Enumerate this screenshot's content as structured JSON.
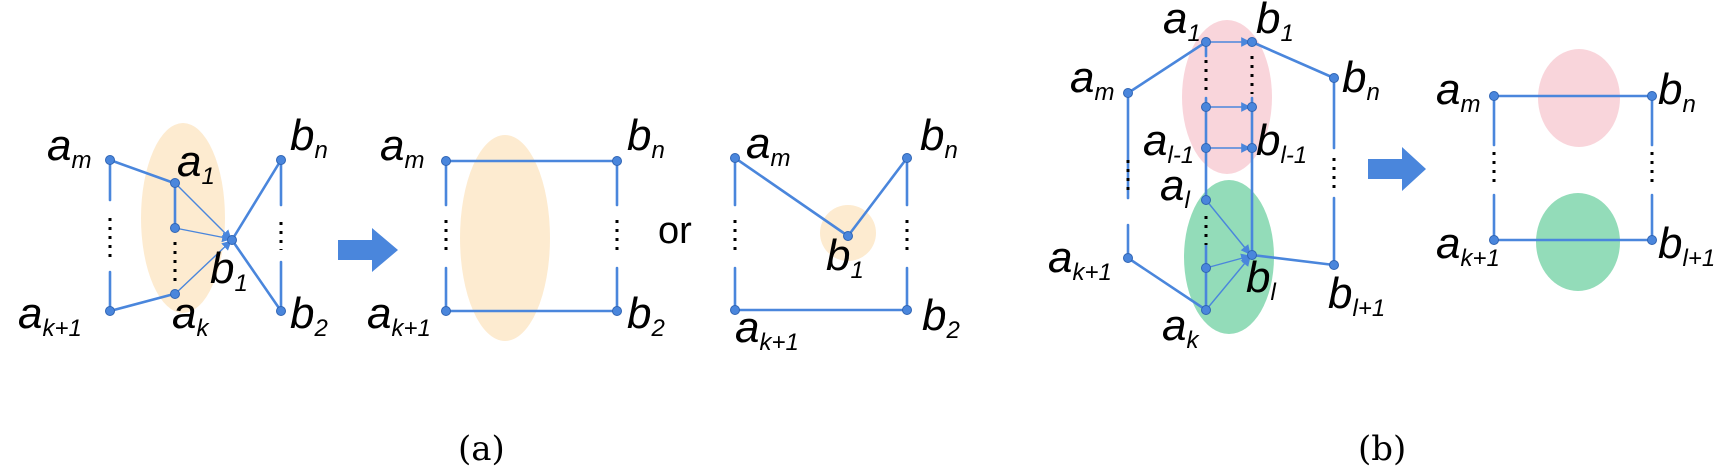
{
  "panel_a": {
    "caption": "(a)",
    "or_text": "or",
    "labels": {
      "a_m": [
        "a",
        "m"
      ],
      "a_1": [
        "a",
        "1"
      ],
      "b_n": [
        "b",
        "n"
      ],
      "b_1": [
        "b",
        "1"
      ],
      "a_k1": [
        "a",
        "k+1"
      ],
      "a_k": [
        "a",
        "k"
      ],
      "b_2": [
        "b",
        "2"
      ]
    }
  },
  "panel_b": {
    "caption": "(b)",
    "labels": {
      "a_1": [
        "a",
        "1"
      ],
      "b_1": [
        "b",
        "1"
      ],
      "a_m": [
        "a",
        "m"
      ],
      "b_n": [
        "b",
        "n"
      ],
      "a_l1": [
        "a",
        "l-1"
      ],
      "b_l1": [
        "b",
        "l-1"
      ],
      "a_l": [
        "a",
        "l"
      ],
      "b_l": [
        "b",
        "l"
      ],
      "a_k1": [
        "a",
        "k+1"
      ],
      "b_lp1": [
        "b",
        "l+1"
      ],
      "a_k": [
        "a",
        "k"
      ]
    }
  },
  "colors": {
    "edge": "#4a86dc",
    "orange_region": "#fdebd0",
    "pink_region": "#f9d5db",
    "green_region": "#93dcb9",
    "arrow": "#4a86dc"
  }
}
